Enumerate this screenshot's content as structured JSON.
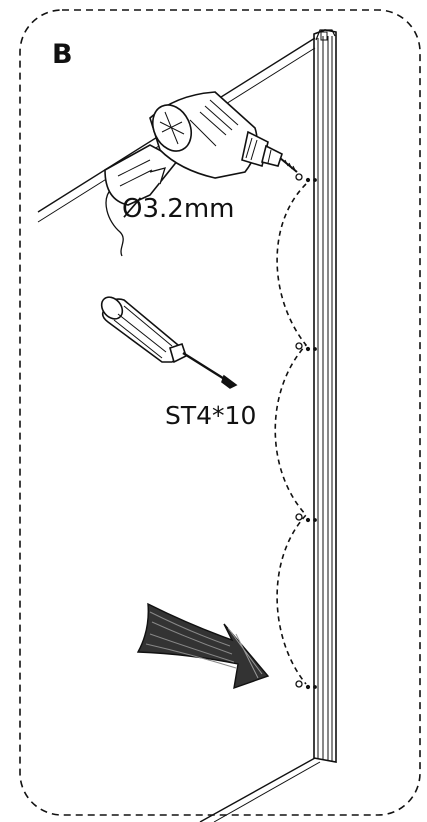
{
  "step": {
    "letter": "B"
  },
  "callouts": {
    "drill_bit": "Ø3.2mm",
    "screw": "ST4*10"
  },
  "colors": {
    "ink": "#111111",
    "paper": "#ffffff"
  }
}
